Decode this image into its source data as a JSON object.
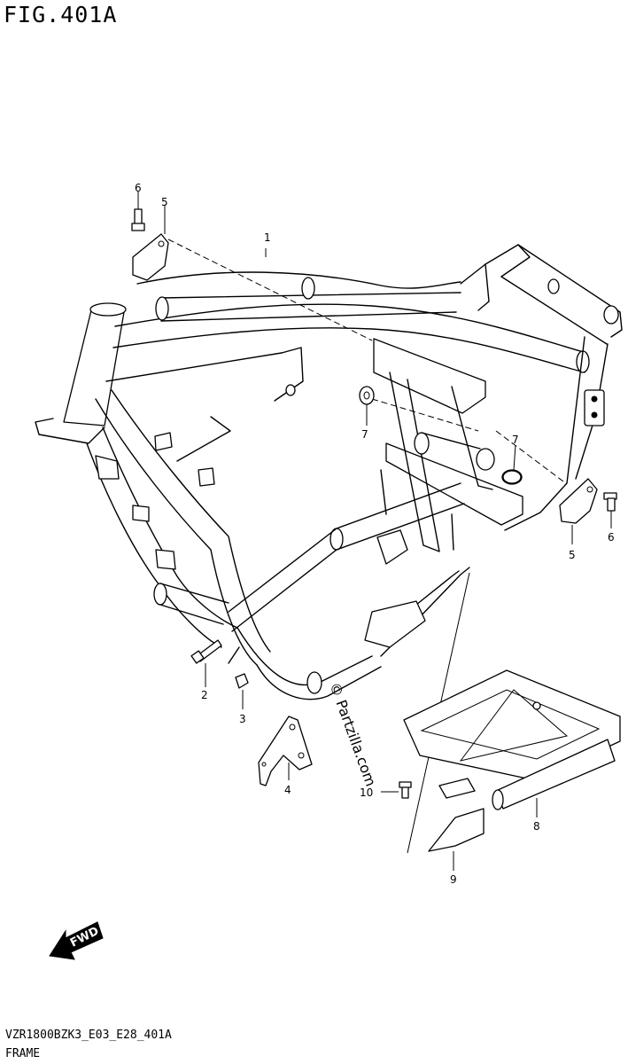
{
  "figure_title": "FIG.401A",
  "drawing_code": "VZR1800BZK3_E03_E28_401A",
  "caption": "FRAME",
  "watermark": "© Partzilla.com",
  "direction_label": "FWD",
  "callouts": [
    {
      "id": "c1",
      "label": "1"
    },
    {
      "id": "c2",
      "label": "2"
    },
    {
      "id": "c3",
      "label": "3"
    },
    {
      "id": "c4",
      "label": "4"
    },
    {
      "id": "c5a",
      "label": "5"
    },
    {
      "id": "c5b",
      "label": "5"
    },
    {
      "id": "c6a",
      "label": "6"
    },
    {
      "id": "c6b",
      "label": "6"
    },
    {
      "id": "c7a",
      "label": "7"
    },
    {
      "id": "c7b",
      "label": "7"
    },
    {
      "id": "c8",
      "label": "8"
    },
    {
      "id": "c9",
      "label": "9"
    },
    {
      "id": "c10",
      "label": "10"
    }
  ]
}
